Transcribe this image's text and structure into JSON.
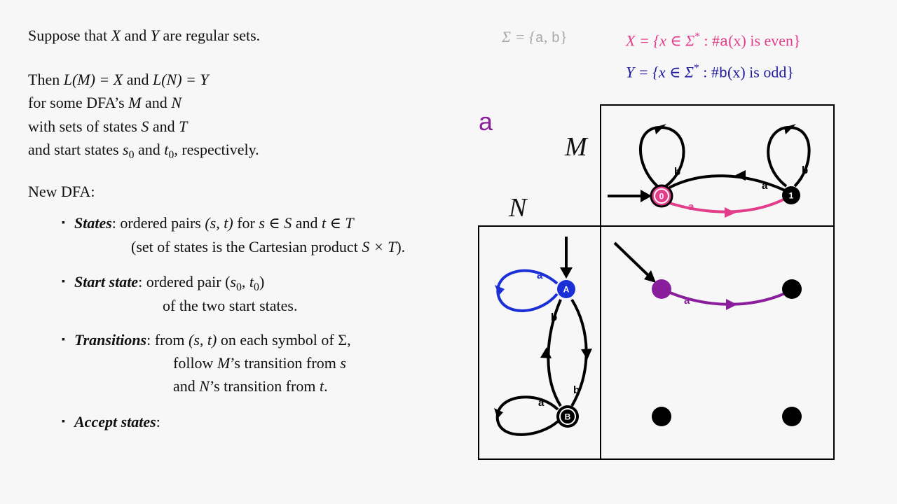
{
  "left": {
    "l1": {
      "a": "Suppose that ",
      "X": "X",
      "b": " and ",
      "Y": "Y",
      "c": " are regular sets."
    },
    "l2": {
      "a": "Then ",
      "eq1": "L(M) = X",
      "b": " and ",
      "eq2": "L(N) = Y"
    },
    "l3": {
      "a": "for some DFA’s ",
      "M": "M",
      "b": " and ",
      "N": "N"
    },
    "l4": {
      "a": "with sets of states ",
      "S": "S",
      "b": " and ",
      "T": "T"
    },
    "l5": {
      "a": "and start states ",
      "s": "s",
      "s_sub": "0",
      "b": " and ",
      "t": "t",
      "t_sub": "0",
      "c": ", respectively."
    },
    "newdfa": "New DFA:",
    "states": {
      "title": "States",
      "text1": ": ordered pairs ",
      "pair": "(s, t)",
      "text2": " for ",
      "cond1": "s ∈ S",
      "text3": " and ",
      "cond2": "t ∈ T",
      "line2a": "(set of states is the Cartesian product ",
      "prod": "S × T",
      "line2b": ")."
    },
    "start": {
      "title": "Start state",
      "text1": ": ordered pair ",
      "p_open": "(",
      "s": "s",
      "s_sub": "0",
      "comma": ", ",
      "t": "t",
      "t_sub": "0",
      "p_close": ")",
      "line2": "of the two start states."
    },
    "transitions": {
      "title": "Transitions",
      "text1": ": from ",
      "pair": "(s, t)",
      "text2": " on each symbol of ",
      "sigma": "Σ",
      "comma": ",",
      "line2a": "follow ",
      "M": "M",
      "line2b": "’s transition from ",
      "s": "s",
      "line3a": "and ",
      "N": "N",
      "line3b": "’s transition from ",
      "t": "t",
      "line3c": "."
    },
    "accept": {
      "title": "Accept states",
      "colon": ":"
    }
  },
  "right": {
    "sigma_def": {
      "a": "Σ = {",
      "sym_a": "a",
      "comma": ", ",
      "sym_b": "b",
      "close": "}"
    },
    "x_def": {
      "a": "X = {x ∈ Σ",
      "star": "*",
      "b": " : #",
      "sym": "a",
      "c": "(x) is even}"
    },
    "y_def": {
      "a": "Y = {x ∈ Σ",
      "star": "*",
      "b": " : #",
      "sym": "b",
      "c": "(x) is odd}"
    },
    "current_symbol": "a",
    "label_M": "M",
    "label_N": "N"
  },
  "diagram": {
    "M_nodes": [
      "0",
      "1"
    ],
    "N_nodes": [
      "A",
      "B"
    ],
    "edge_labels": {
      "a": "a",
      "b": "b"
    }
  },
  "colors": {
    "pink": "#e23c8a",
    "navy": "#1f1a9e",
    "blue": "#1b2fd6",
    "purple": "#8a1d9c",
    "grey": "#a8a8a8",
    "black": "#000000"
  }
}
